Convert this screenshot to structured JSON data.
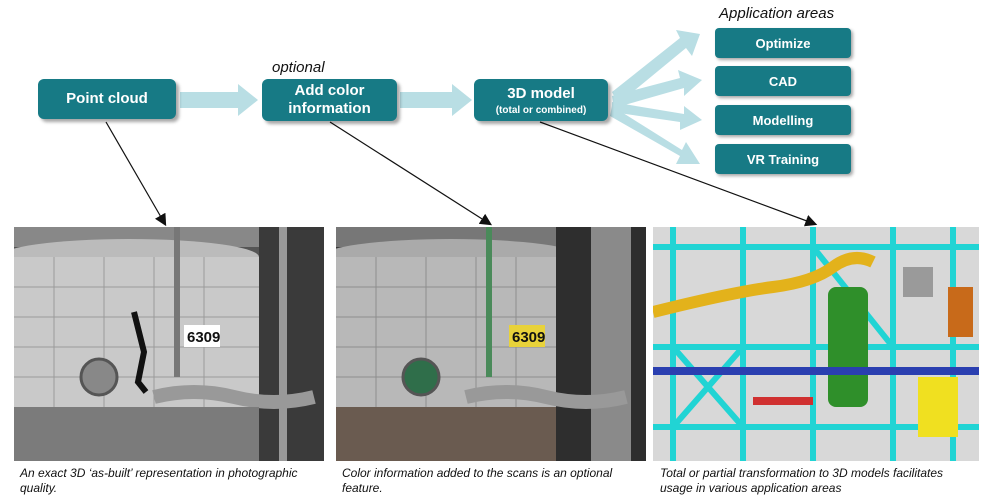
{
  "app_areas_title": "Application areas",
  "optional_label": "optional",
  "nodes": {
    "point_cloud": "Point cloud",
    "add_color": "Add color information",
    "model": "3D model",
    "model_sub": "(total or combined)"
  },
  "apps": [
    "Optimize",
    "CAD",
    "Modelling",
    "VR Training"
  ],
  "photos": {
    "scan_number_1": "6309",
    "scan_number_2": "6309"
  },
  "captions": [
    "An exact 3D ‘as-built’ representation in photographic quality.",
    "Color information added to the scans is an optional feature.",
    "Total or partial transformation to 3D models facilitates usage in various application areas"
  ],
  "colors": {
    "box": "#177a85",
    "arrow": "#b9dee4",
    "model_cyan": "#21d4d4"
  }
}
